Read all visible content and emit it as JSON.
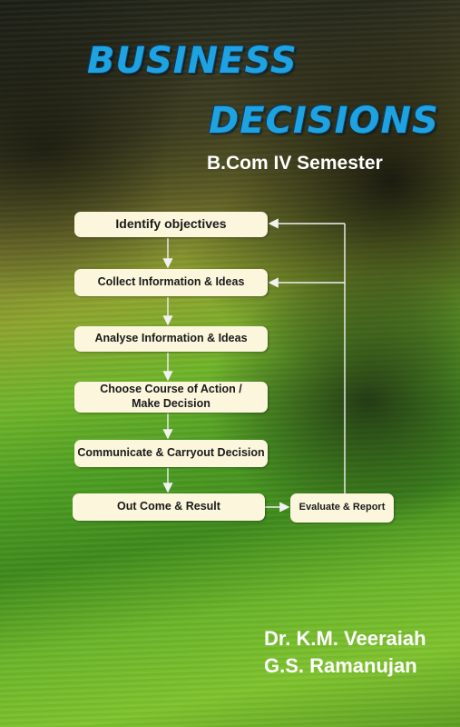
{
  "cover": {
    "title_line1": "BUSINESS",
    "title_line2": "DECISIONS",
    "subtitle": "B.Com IV  Semester",
    "title_color": "#1fa3e0",
    "box_color": "#fbf6dc"
  },
  "flowchart": {
    "steps": [
      "Identify objectives",
      "Collect  Information & Ideas",
      "Analyse  Information & Ideas",
      "Choose Course of Action /\nMake Decision",
      "Communicate & Carryout  Decision",
      "Out Come & Result"
    ],
    "evaluate": "Evaluate & Report"
  },
  "authors": [
    "Dr. K.M. Veeraiah",
    "G.S. Ramanujan"
  ]
}
